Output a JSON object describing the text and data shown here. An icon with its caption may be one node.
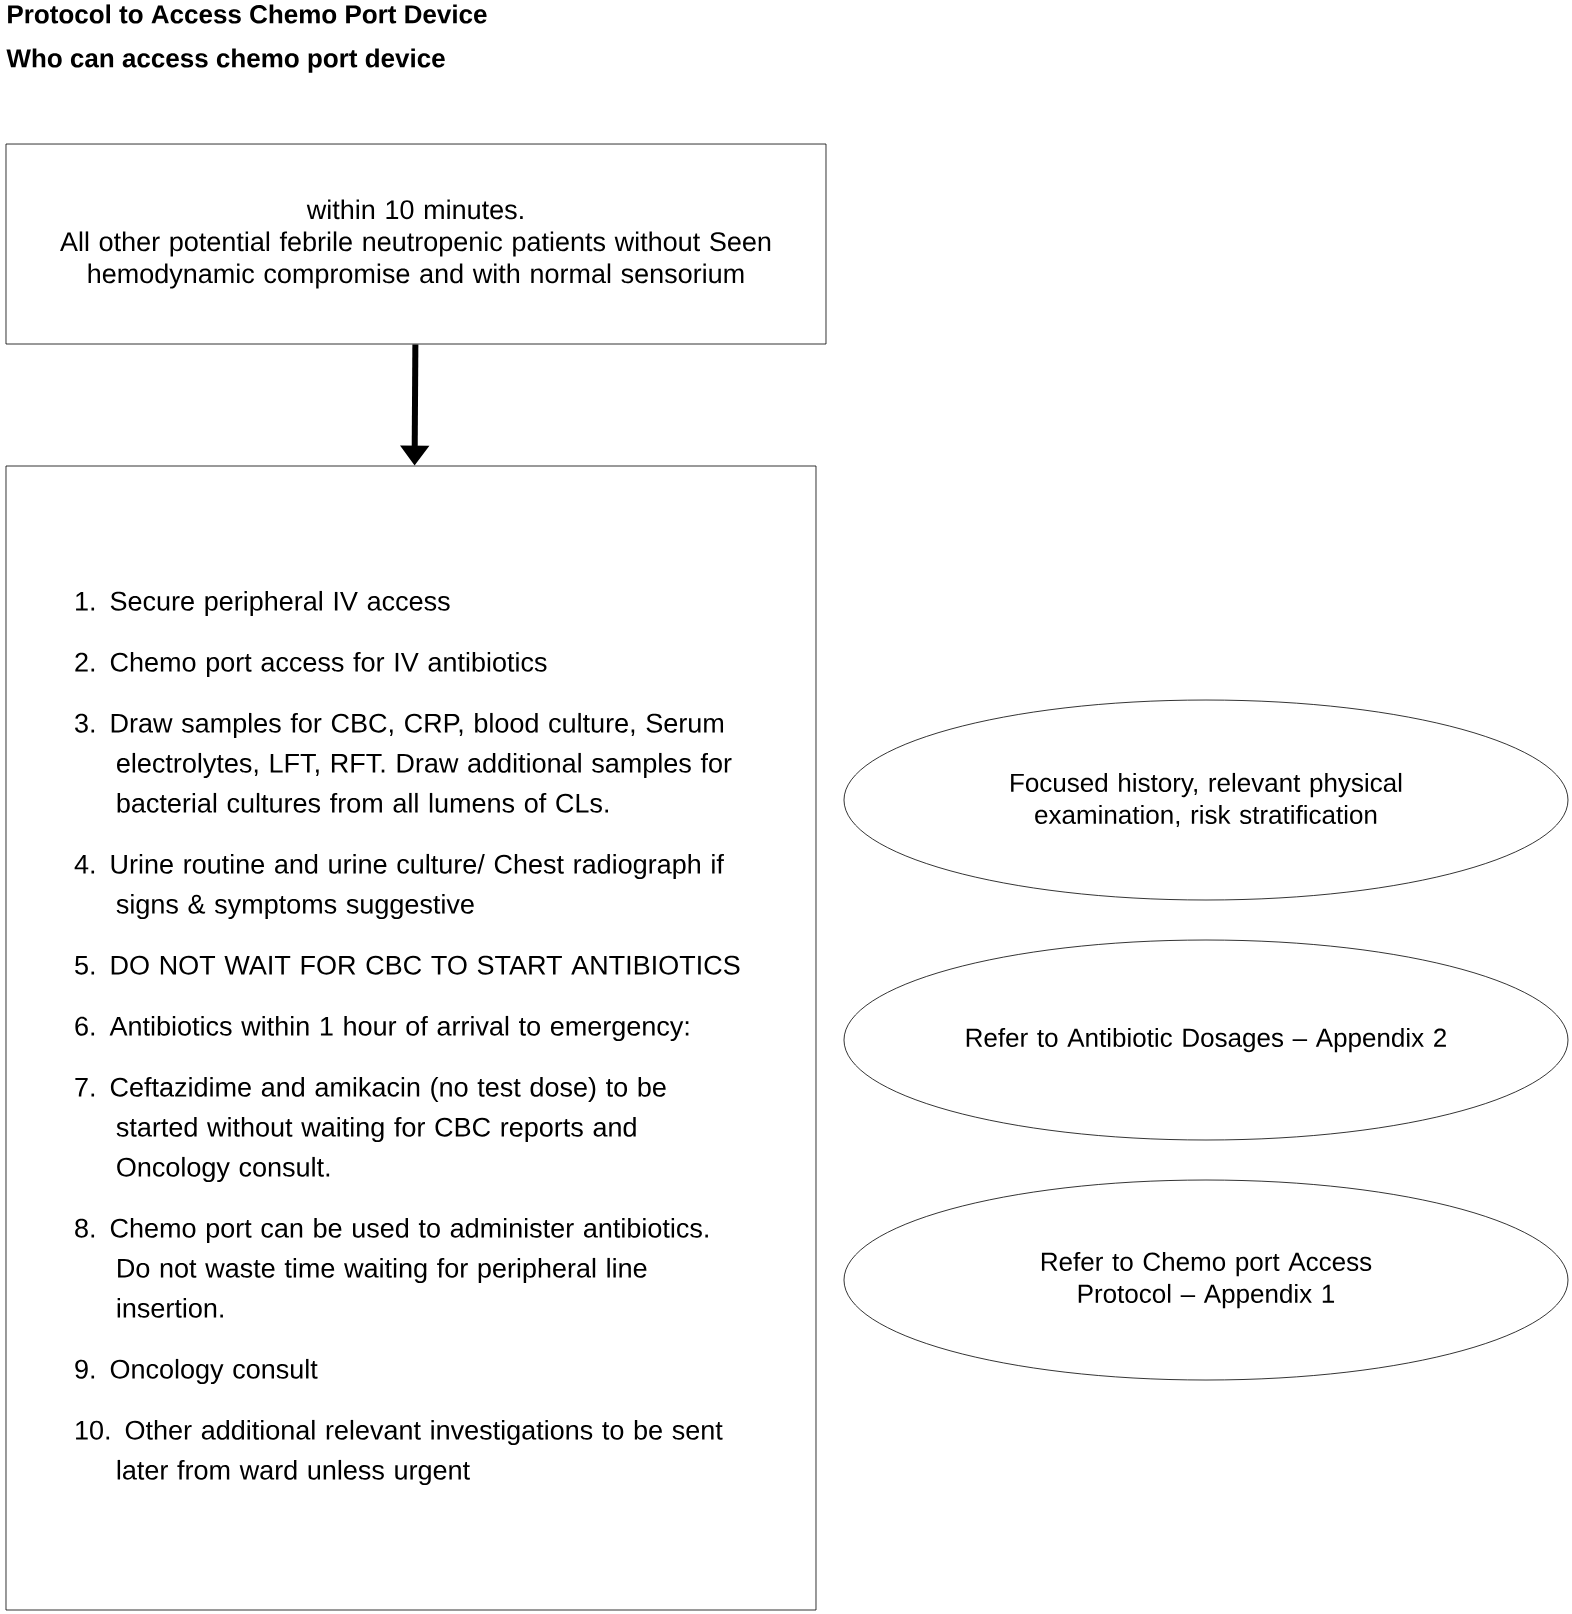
{
  "diagram": {
    "title": "Protocol to Access Chemo Port Device",
    "labels": [
      "Who can access chemo port device"
    ],
    "nodes": [
      {
        "text": [
          "within 10 minutes.",
          "All other potential febrile neutropenic patients without Seen hemodynamic compromise and with normal sensorium"
        ]
      },
      {
        "text": [
          "1. Secure peripheral IV access",
          "2. Chemo port access for IV antibiotics",
          "3. Draw samples for CBC, CRP, blood culture, Serum electrolytes, LFT, RFT. Draw additional samples for bacterial cultures from all lumens of CLs.",
          "4. Urine routine and urine culture/ Chest radiograph if signs & symptoms suggestive",
          "5. DO NOT WAIT FOR CBC TO START ANTIBIOTICS",
          "6. Antibiotics within 1 hour of arrival to emergency:",
          "7. Ceftazidime and amikacin (no test dose) to be started without waiting for CBC reports and Oncology consult.",
          "8. Chemo port can be used to administer antibiotics. Do not waste time waiting for peripheral line insertion.",
          "9. Oncology consult",
          "10. Other additional relevant investigations to be sent later from ward unless urgent"
        ]
      },
      {
        "text": [
          "Focused history, relevant physical examination, risk stratification"
        ]
      },
      {
        "text": [
          "Refer to Antibiotic Dosages – Appendix 2"
        ]
      },
      {
        "text": [
          "Refer to Chemo port Access Protocol – Appendix 1"
        ]
      }
    ],
    "edges": [
      {
        "from": 0,
        "to": 1,
        "arrow": "to"
      }
    ]
  }
}
